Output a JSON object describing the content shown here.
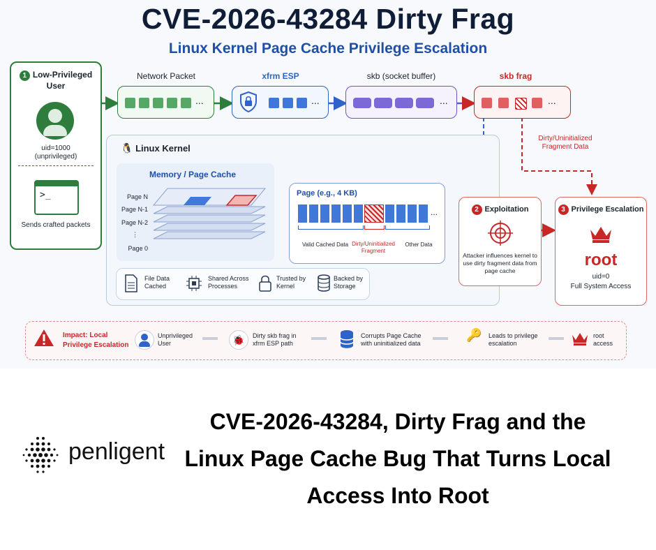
{
  "title": "CVE-2026-43284 Dirty Frag",
  "subtitle": "Linux Kernel Page Cache Privilege Escalation",
  "user": {
    "step": "1",
    "title": "Low-Privileged User",
    "uid": "uid=1000",
    "uid_note": "(unprivileged)",
    "terminal": ">_",
    "action": "Sends crafted packets"
  },
  "pipeline": {
    "network": "Network Packet",
    "xfrm": "xfrm ESP",
    "skb": "skb (socket buffer)",
    "frag": "skb frag",
    "dirty_note": "Dirty/Uninitialized Fragment Data",
    "ellipsis": "..."
  },
  "kernel": {
    "title": "Linux Kernel",
    "memory_title": "Memory / Page Cache",
    "pages": [
      "Page N",
      "Page N-1",
      "Page N-2",
      "⋮",
      "Page 0"
    ],
    "page_title": "Page (e.g., 4 KB)",
    "page_labels": [
      "Valid Cached Data",
      "Dirty/Uninitialized Fragment",
      "Other Data"
    ],
    "features": [
      {
        "icon": "document-icon",
        "text": "File Data Cached"
      },
      {
        "icon": "chip-icon",
        "text": "Shared Across Processes"
      },
      {
        "icon": "lock-icon",
        "text": "Trusted by Kernel"
      },
      {
        "icon": "database-icon",
        "text": "Backed by Storage"
      }
    ]
  },
  "exploit": {
    "step": "2",
    "title": "Exploitation",
    "desc": "Attacker influences kernel to use dirty fragment data from page cache"
  },
  "privesc": {
    "step": "3",
    "title": "Privilege Escalation",
    "root": "root",
    "uid": "uid=0",
    "access": "Full System Access"
  },
  "impact": {
    "title": "Impact: Local Privilege Escalation",
    "steps": [
      "Unprivileged User",
      "Dirty skb frag in xfrm ESP path",
      "Corrupts Page Cache with uninitialized data",
      "Leads to privilege escalation",
      "root access"
    ]
  },
  "footer": {
    "brand": "penligent",
    "headline": "CVE-2026-43284, Dirty Frag and the Linux Page Cache Bug That Turns Local Access Into Root"
  },
  "colors": {
    "green": "#2e7d3c",
    "blue": "#2f63c9",
    "purple": "#6a55c8",
    "red": "#c62828",
    "navy": "#0f1e36"
  }
}
